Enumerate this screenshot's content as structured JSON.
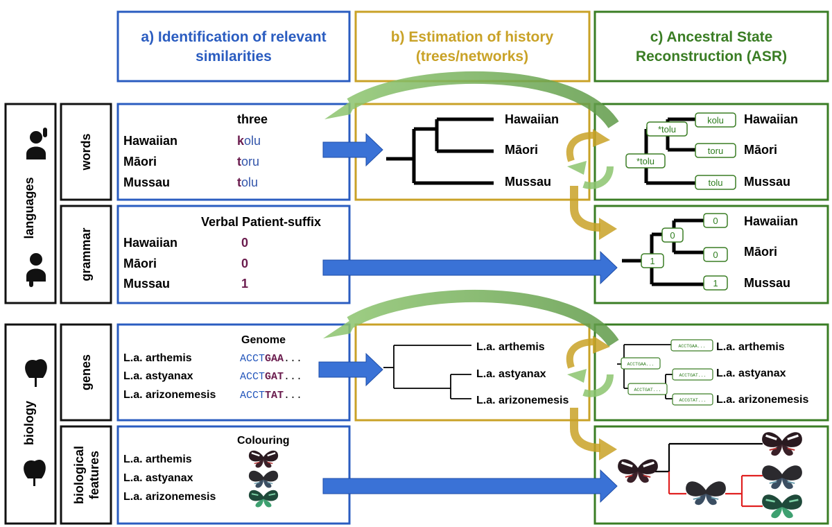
{
  "columns": {
    "a_line1": "a) Identification of relevant",
    "a_line2": "similarities",
    "b_line1": "b) Estimation of history",
    "b_line2": "(trees/networks)",
    "c_line1": "c) Ancestral State",
    "c_line2": "Reconstruction (ASR)"
  },
  "rows": {
    "languages": "languages",
    "words": "words",
    "grammar": "grammar",
    "biology": "biology",
    "genes": "genes",
    "bio_features_line1": "biological",
    "bio_features_line2": "features"
  },
  "words": {
    "header": "three",
    "names": [
      "Hawaiian",
      "Māori",
      "Mussau"
    ],
    "first": [
      "k",
      "t",
      "t"
    ],
    "rest": [
      "olu",
      "oru",
      "olu"
    ]
  },
  "grammar": {
    "header": "Verbal Patient-suffix",
    "names": [
      "Hawaiian",
      "Māori",
      "Mussau"
    ],
    "values": [
      "0",
      "0",
      "1"
    ]
  },
  "genes": {
    "header": "Genome",
    "names": [
      "L.a. arthemis",
      "L.a. astyanax",
      "L.a. arizonemesis"
    ],
    "prefix": [
      "ACCT",
      "ACCT",
      "ACCT"
    ],
    "suffix": [
      "GAA",
      "GAT",
      "TAT"
    ],
    "ellipsis": "..."
  },
  "features": {
    "header": "Colouring",
    "names": [
      "L.a. arthemis",
      "L.a. astyanax",
      "L.a. arizonemesis"
    ]
  },
  "tree_b_lang": [
    "Hawaiian",
    "Māori",
    "Mussau"
  ],
  "tree_b_bio": [
    "L.a. arthemis",
    "L.a. astyanax",
    "L.a. arizonemesis"
  ],
  "asr_words": {
    "tips": [
      "Hawaiian",
      "Māori",
      "Mussau"
    ],
    "tip_states": [
      "kolu",
      "toru",
      "tolu"
    ],
    "inner_upper": "*tolu",
    "root": "*tolu"
  },
  "asr_grammar": {
    "tips": [
      "Hawaiian",
      "Māori",
      "Mussau"
    ],
    "tip_states": [
      "0",
      "0",
      "1"
    ],
    "inner_upper": "0",
    "root": "1"
  },
  "asr_genes": {
    "tips": [
      "L.a. arthemis",
      "L.a. astyanax",
      "L.a. arizonemesis"
    ],
    "tip_states": [
      "ACCTGAA...",
      "ACCTGAT...",
      "ACCGTAT..."
    ],
    "inner_upper": "ACCTGAA...",
    "inner_lower": "ACCTGAT..."
  },
  "colors": {
    "blue": "#2a5cc0",
    "gold": "#c9a227",
    "green": "#3a7d24",
    "maroon": "#6a1b4d",
    "red": "#e02020"
  }
}
